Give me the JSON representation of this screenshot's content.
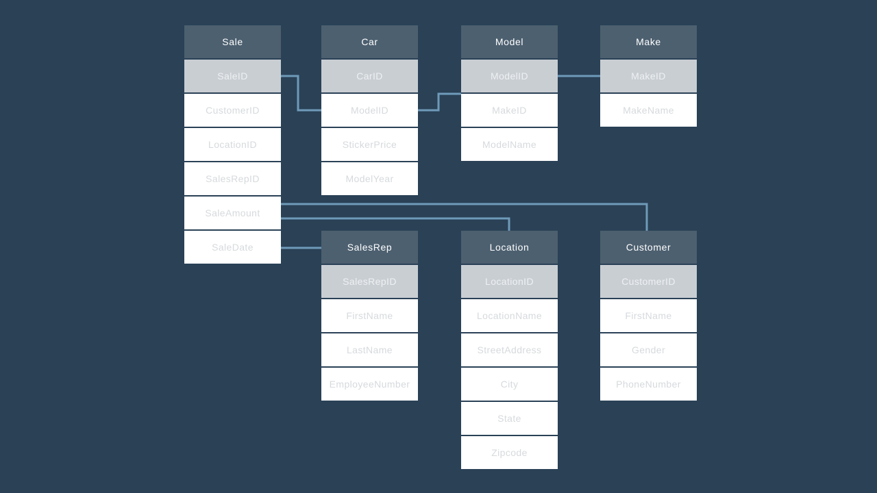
{
  "colors": {
    "background": "#2a4156",
    "table-header-bg": "#4d6070",
    "pk-row-bg": "#c9ced3",
    "field-row-bg": "#ffffff",
    "header-text": "#ffffff",
    "pk-text": "#eef1f3",
    "field-text": "#d6dadd",
    "connector": "#6f9ab9"
  },
  "diagram": {
    "type": "entity-relationship-schema",
    "tables": [
      {
        "title": "Sale",
        "pk": "SaleID",
        "fields": [
          "CustomerID",
          "LocationID",
          "SalesRepID",
          "SaleAmount",
          "SaleDate"
        ]
      },
      {
        "title": "Car",
        "pk": "CarID",
        "fields": [
          "ModelID",
          "StickerPrice",
          "ModelYear"
        ]
      },
      {
        "title": "Model",
        "pk": "ModelID",
        "fields": [
          "MakeID",
          "ModelName"
        ]
      },
      {
        "title": "Make",
        "pk": "MakeID",
        "fields": [
          "MakeName"
        ]
      },
      {
        "title": "SalesRep",
        "pk": "SalesRepID",
        "fields": [
          "FirstName",
          "LastName",
          "EmployeeNumber"
        ]
      },
      {
        "title": "Location",
        "pk": "LocationID",
        "fields": [
          "LocationName",
          "StreetAddress",
          "City",
          "State",
          "Zipcode"
        ]
      },
      {
        "title": "Customer",
        "pk": "CustomerID",
        "fields": [
          "FirstName",
          "Gender",
          "PhoneNumber"
        ]
      }
    ],
    "connections": [
      {
        "from": "Sale.SaleID",
        "to": "Car.ModelID"
      },
      {
        "from": "Car.ModelID",
        "to": "Model.ModelID"
      },
      {
        "from": "Model.ModelID",
        "to": "Make.MakeID"
      },
      {
        "from": "Sale",
        "to": "Customer"
      },
      {
        "from": "Sale",
        "to": "Location"
      },
      {
        "from": "Sale",
        "to": "SalesRep"
      }
    ]
  }
}
